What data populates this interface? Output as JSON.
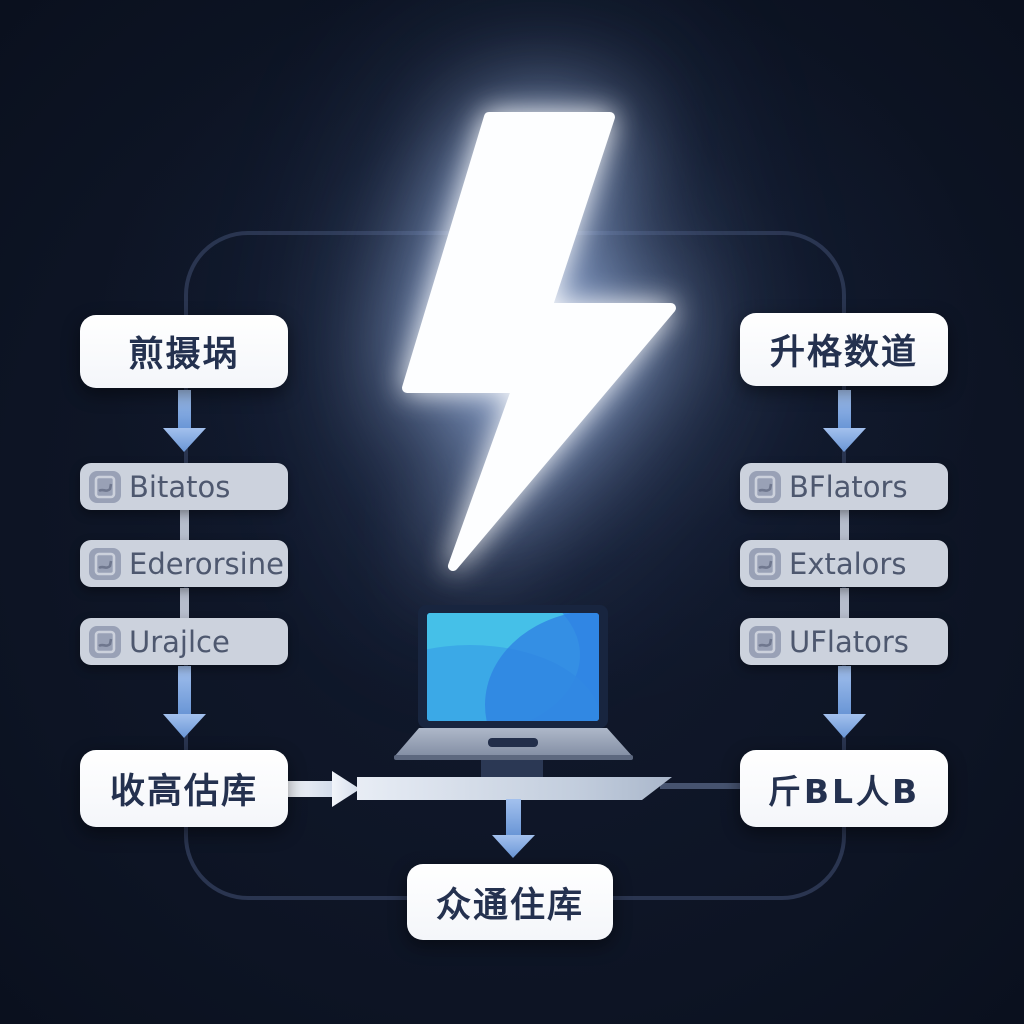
{
  "diagram": {
    "title_icon": "lightning-bolt-icon",
    "center_device_icon": "laptop-icon",
    "left_flow": {
      "top_box": "煎摄埚",
      "items": [
        {
          "icon": "document-icon",
          "label": "Bitatos"
        },
        {
          "icon": "document-icon",
          "label": "Ederorsine"
        },
        {
          "icon": "document-icon",
          "label": "Urajlce"
        }
      ],
      "bottom_box": "收高估库"
    },
    "right_flow": {
      "top_box": "升格数道",
      "items": [
        {
          "icon": "document-icon",
          "label": "BFlators"
        },
        {
          "icon": "document-icon",
          "label": "Extalors"
        },
        {
          "icon": "document-icon",
          "label": "UFlators"
        }
      ],
      "bottom_box": "斤BL人B"
    },
    "bottom_center_box": "众通住库",
    "colors": {
      "background": "#0d1424",
      "frame_border": "#2a3550",
      "node_background": "#ffffff",
      "node_text": "#24314f",
      "list_item_background": "#ccd2dd",
      "list_item_text": "#4e586f",
      "arrow_blue": "#7da6e0",
      "connector_silver": "#cdd6e4",
      "bolt_white": "#fdfeff",
      "laptop_screen_blue": "#3494ea",
      "laptop_screen_cyan": "#45c0e8"
    }
  }
}
